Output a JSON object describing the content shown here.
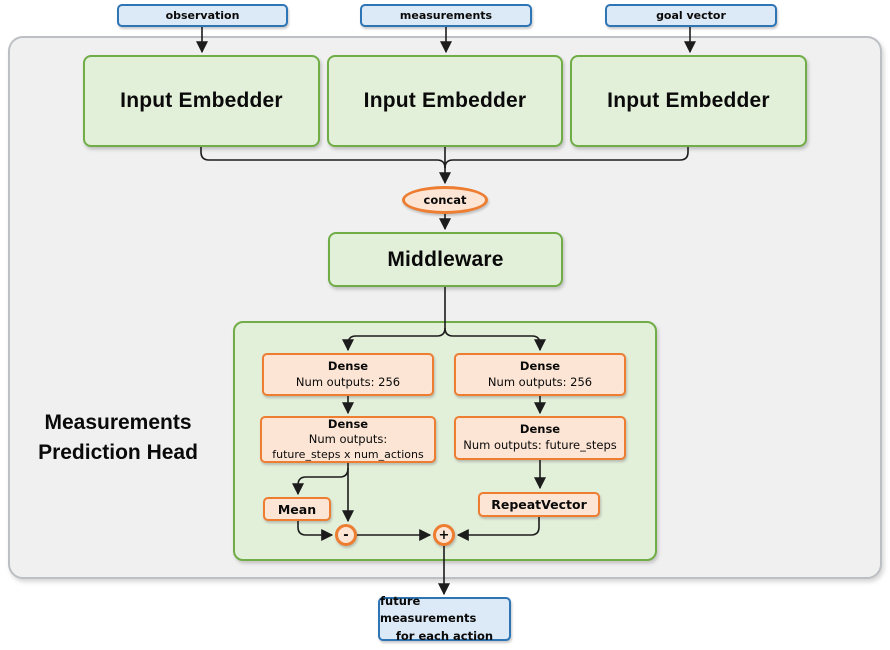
{
  "diagram": {
    "inputs": [
      {
        "label": "observation"
      },
      {
        "label": "measurements"
      },
      {
        "label": "goal vector"
      }
    ],
    "embedders": [
      {
        "label": "Input Embedder"
      },
      {
        "label": "Input Embedder"
      },
      {
        "label": "Input Embedder"
      }
    ],
    "concat_label": "concat",
    "middleware_label": "Middleware",
    "head": {
      "title_line1": "Measurements",
      "title_line2": "Prediction Head",
      "left_branch": {
        "dense1_title": "Dense",
        "dense1_sub": "Num outputs: 256",
        "dense2_title": "Dense",
        "dense2_sub1": "Num outputs:",
        "dense2_sub2": "future_steps x num_actions",
        "mean_label": "Mean",
        "minus_label": "-"
      },
      "right_branch": {
        "dense1_title": "Dense",
        "dense1_sub": "Num outputs: 256",
        "dense2_title": "Dense",
        "dense2_sub": "Num outputs: future_steps",
        "repeat_label": "RepeatVector",
        "plus_label": "+"
      }
    },
    "output": {
      "line1": "future measurements",
      "line2": "for each action"
    }
  },
  "colors": {
    "blue_border": "#2e75b6",
    "blue_fill": "#dce9f6",
    "green_border": "#70ad47",
    "green_fill": "#e2efd9",
    "orange_border": "#ed7d31",
    "orange_fill": "#fce5d5",
    "container_fill": "#f0f0f1",
    "container_border": "#bcc0c4",
    "line_color": "#1c1c1c"
  }
}
